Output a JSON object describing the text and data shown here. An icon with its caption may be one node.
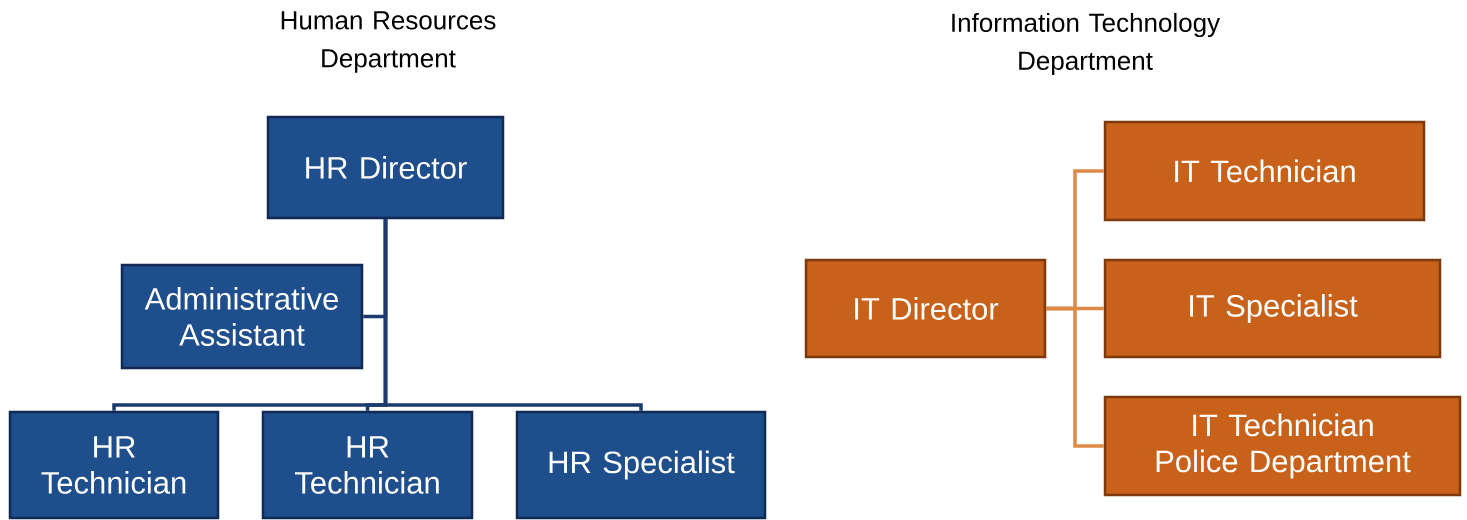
{
  "diagram": {
    "nodes": [
      {
        "text": [
          "HR Director"
        ]
      },
      {
        "text": [
          "Administrative Assistant"
        ]
      },
      {
        "text": [
          "HR Technician"
        ]
      },
      {
        "text": [
          "HR Technician"
        ]
      },
      {
        "text": [
          "HR Specialist"
        ]
      },
      {
        "text": [
          "IT Director"
        ]
      },
      {
        "text": [
          "IT Technician"
        ]
      },
      {
        "text": [
          "IT Specialist"
        ]
      },
      {
        "text": [
          "IT Technician Police Department"
        ]
      }
    ],
    "edges": [
      {
        "from": 0,
        "to": 1,
        "arrow": "none"
      },
      {
        "from": 0,
        "to": 2,
        "arrow": "none"
      },
      {
        "from": 0,
        "to": 3,
        "arrow": "none"
      },
      {
        "from": 0,
        "to": 4,
        "arrow": "none"
      },
      {
        "from": 5,
        "to": 6,
        "arrow": "none",
        "color": "#dd8a46"
      },
      {
        "from": 5,
        "to": 7,
        "arrow": "none",
        "color": "#dd8a46"
      },
      {
        "from": 5,
        "to": 8,
        "arrow": "none",
        "color": "#dd8a46"
      }
    ],
    "labels": [
      "Human Resources Department",
      "Information Technology Department"
    ]
  }
}
